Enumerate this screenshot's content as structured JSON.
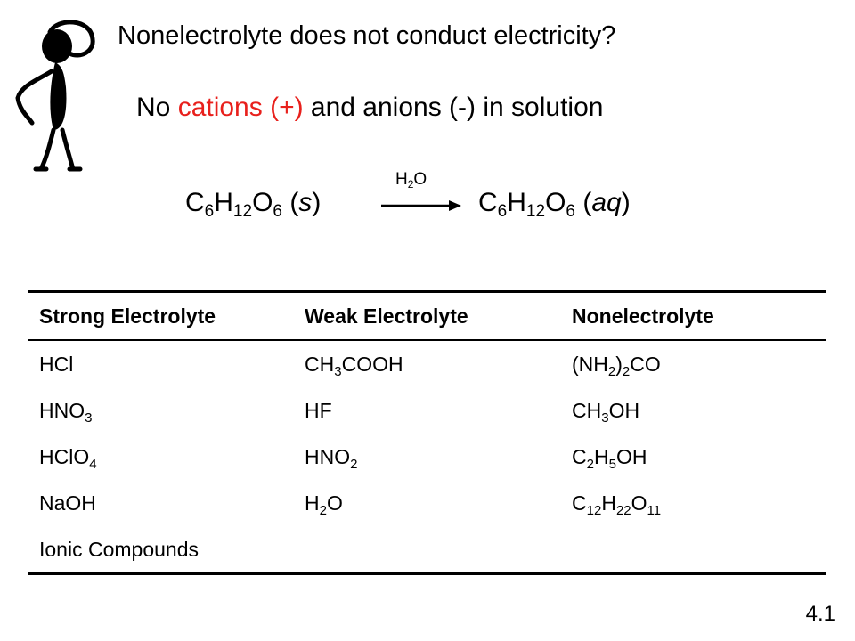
{
  "title": "Nonelectrolyte does not conduct electricity?",
  "subtitle": {
    "prefix": "No ",
    "highlight": "cations (+)",
    "suffix": " and anions (-) in solution",
    "highlight_color": "#e8201c"
  },
  "equation": {
    "reactant": [
      "C",
      "6",
      "H",
      "12",
      "O",
      "6",
      " (",
      "s",
      ")"
    ],
    "product": [
      "C",
      "6",
      "H",
      "12",
      "O",
      "6",
      " (",
      "aq",
      ")"
    ],
    "arrow_label": [
      "H",
      "2",
      "O"
    ]
  },
  "table": {
    "headers": [
      "Strong Electrolyte",
      "Weak Electrolyte",
      "Nonelectrolyte"
    ],
    "rows": [
      [
        [
          [
            "HCl",
            ""
          ]
        ],
        [
          [
            "CH",
            "3"
          ],
          [
            "COOH",
            ""
          ]
        ],
        [
          [
            "(NH",
            "2"
          ],
          [
            ")",
            "2"
          ],
          [
            "CO",
            ""
          ]
        ]
      ],
      [
        [
          [
            "HNO",
            "3"
          ]
        ],
        [
          [
            "HF",
            ""
          ]
        ],
        [
          [
            "CH",
            "3"
          ],
          [
            "OH",
            ""
          ]
        ]
      ],
      [
        [
          [
            "HClO",
            "4"
          ]
        ],
        [
          [
            "HNO",
            "2"
          ]
        ],
        [
          [
            "C",
            "2"
          ],
          [
            "H",
            "5"
          ],
          [
            "OH",
            ""
          ]
        ]
      ],
      [
        [
          [
            "NaOH",
            ""
          ]
        ],
        [
          [
            "H",
            "2"
          ],
          [
            "O",
            ""
          ]
        ],
        [
          [
            "C",
            "12"
          ],
          [
            "H",
            "22"
          ],
          [
            "O",
            "11"
          ]
        ]
      ],
      [
        [
          [
            "Ionic Compounds",
            ""
          ]
        ],
        [],
        []
      ]
    ]
  },
  "page_number": "4.1",
  "figure_icon": "thinking-stick-figure-icon"
}
